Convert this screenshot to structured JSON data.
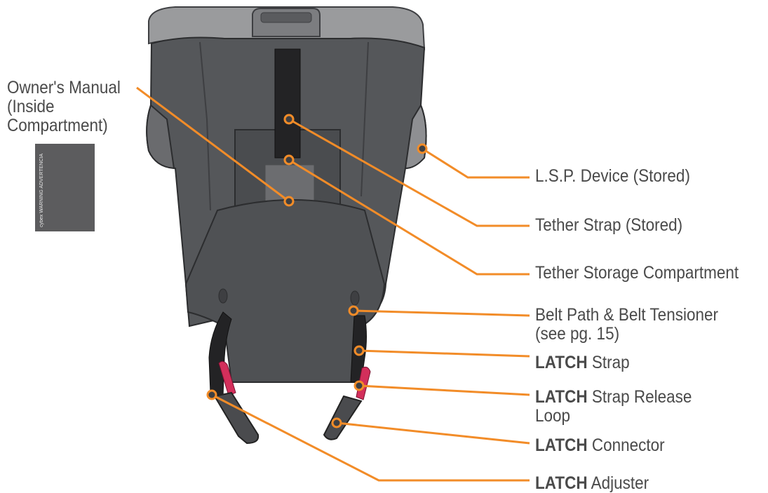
{
  "colors": {
    "leader": "#f28c28",
    "seat_dark": "#55575a",
    "seat_darker": "#3e3f42",
    "seat_light": "#9a9b9d",
    "strap": "#232325",
    "latch_red": "#d32f5b",
    "label_text": "#4a4a4a"
  },
  "labels": {
    "owners_manual": "Owner's Manual\n(Inside\nCompartment)",
    "lsp_device": "L.S.P. Device (Stored)",
    "tether_strap": "Tether Strap (Stored)",
    "tether_storage": "Tether Storage Compartment",
    "belt_path": "Belt Path & Belt Tensioner\n(see pg. 15)",
    "latch_strap": {
      "bold": "LATCH",
      "rest": " Strap"
    },
    "latch_release": {
      "bold": "LATCH",
      "rest": " Strap Release",
      "line2": "Loop"
    },
    "latch_connector": {
      "bold": "LATCH",
      "rest": " Connector"
    },
    "latch_adjuster": {
      "bold": "LATCH",
      "rest": " Adjuster"
    }
  },
  "manual_cover_text": "cybex  WARNING  ADVERTENCIA",
  "icons": [
    "car-seat-illustration",
    "owners-manual-booklet-icon"
  ]
}
